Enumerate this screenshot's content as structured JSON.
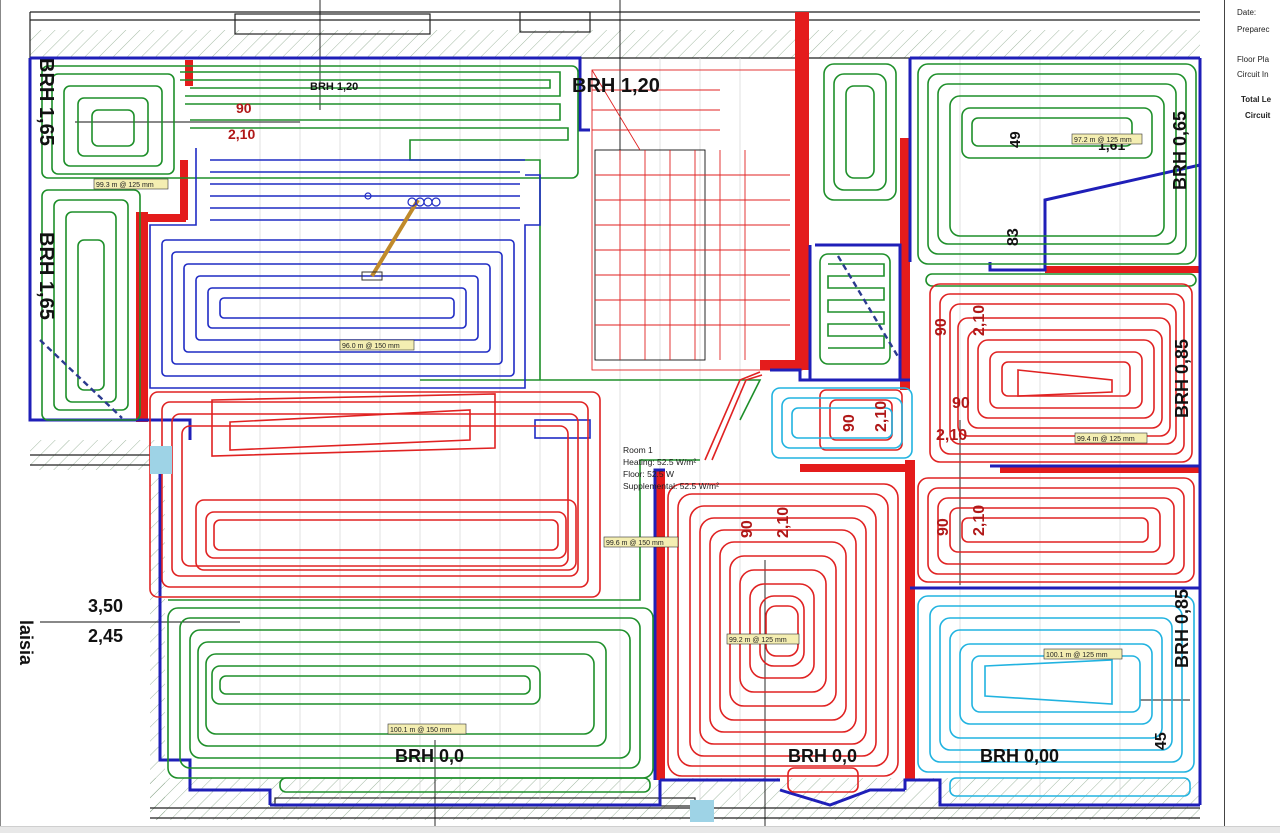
{
  "side_panel": {
    "date_label": "Date:",
    "prepared_label": "Preparec",
    "floor_plan_label": "Floor Pla",
    "circuit_info_label": "Circuit In",
    "total_length_label": "Total Le",
    "circuit_label": "Circuit"
  },
  "height_labels": {
    "top_small": "BRH 1,20",
    "top_stair": "BRH 1,20",
    "left_top": "BRH 1,65",
    "left_mid": "BRH 1,65",
    "right_top": "BRH 0,65",
    "right_mid": "BRH 0,85",
    "right_low": "BRH 0,85",
    "bottom_left": "BRH 0,0",
    "bottom_mid": "BRH 0,0",
    "bottom_right": "BRH 0,00"
  },
  "dimensions": {
    "d90_top": "90",
    "d210_top": "2,10",
    "d350": "3,50",
    "d245": "2,45",
    "r90a": "90",
    "r210a": "2,10",
    "r90b": "90",
    "r210b": "2,10",
    "r90c": "90",
    "r210c": "2,10",
    "r90d": "90",
    "r210d": "2,10",
    "r90e": "90",
    "r210e": "2,10",
    "r49": "49",
    "r83": "83",
    "r45": "45",
    "r161": "1,61",
    "side_fragment": "laisia"
  },
  "circuit_tags": {
    "c1": "99.3 m @ 125 mm",
    "c2": "96.0 m @ 150 mm",
    "c3": "97.2 m @ 125 mm",
    "c4": "99.4 m @ 125 mm",
    "c5": "99.6 m @ 150 mm",
    "c6": "99.2 m @ 125 mm",
    "c7": "100.1 m @ 125 mm",
    "c8": "100.1 m @ 150 mm"
  },
  "room_info": {
    "name": "Room 1",
    "heating": "Heating: 52.5 W/m²",
    "floor": "Floor: 52.5 W",
    "supplemental": "Supplemental: 52.5 W/m²"
  },
  "colors": {
    "wall": "#1f1fb8",
    "red_loop": "#e02222",
    "green_loop": "#1e8f2a",
    "blue_loop": "#1f2bc4",
    "cyan_loop": "#21b3e0",
    "tag_fill": "#f4eeb2",
    "dim_text": "#b01818"
  }
}
